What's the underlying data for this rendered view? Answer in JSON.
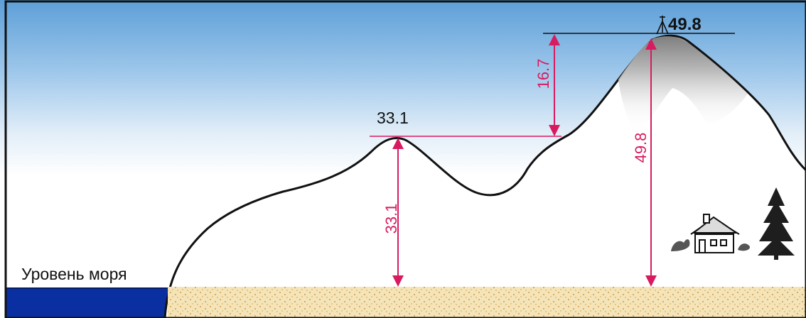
{
  "sea_level_label": "Уровень моря",
  "hill": {
    "elevation_top": "33.1",
    "elevation_side": "33.1"
  },
  "mountain": {
    "elevation_top": "49.8",
    "elevation_side": "49.8",
    "relative_height": "16.7"
  },
  "colors": {
    "dimension_lines": "#d81b60",
    "sea": "#0a2fa0",
    "sky_top": "#5d9fd8",
    "sand": "#f3e2b3",
    "summit_shade": "#8f8f8f"
  },
  "icons": [
    "house-icon",
    "fir-tree-icon",
    "bush-icon",
    "geodetic-marker-icon"
  ]
}
